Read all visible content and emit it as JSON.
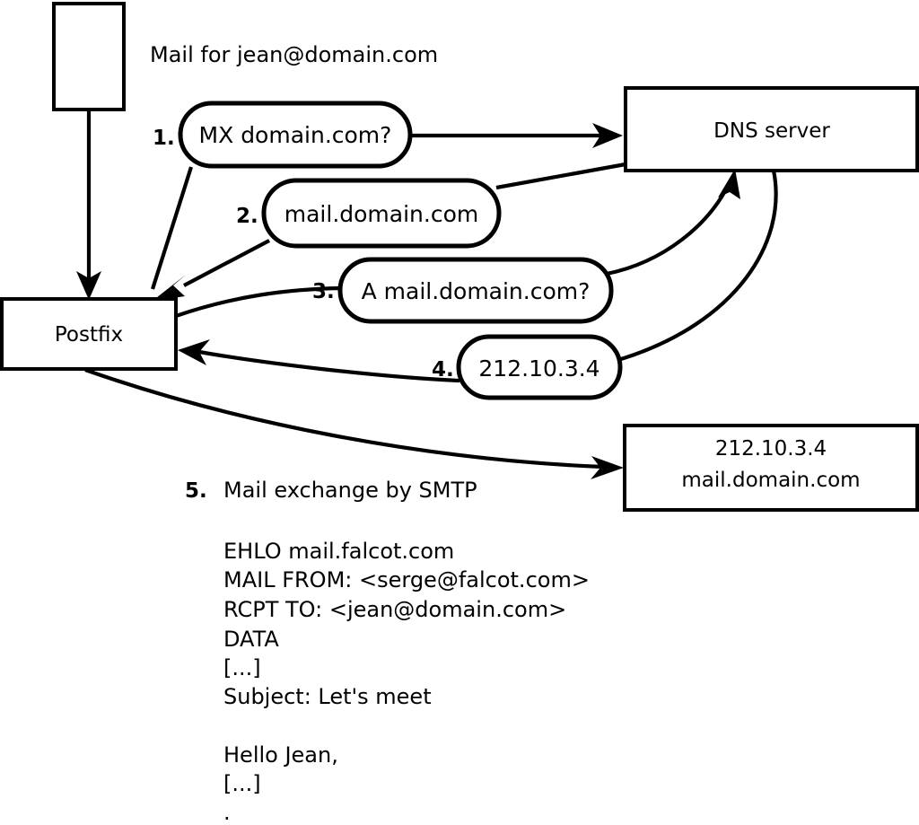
{
  "diagram": {
    "title_text": "Mail for jean@domain.com",
    "nodes": {
      "sender_box": {
        "label": ""
      },
      "postfix_box": {
        "label": "Postfix"
      },
      "dns_box": {
        "label": "DNS server"
      },
      "target_box": {
        "line1": "212.10.3.4",
        "line2": "mail.domain.com"
      }
    },
    "steps": [
      {
        "num": "1.",
        "label": "MX domain.com?"
      },
      {
        "num": "2.",
        "label": "mail.domain.com"
      },
      {
        "num": "3.",
        "label": "A mail.domain.com?"
      },
      {
        "num": "4.",
        "label": "212.10.3.4"
      }
    ],
    "step5": {
      "num": "5.",
      "label": "Mail exchange by SMTP"
    },
    "smtp_transcript": [
      "EHLO mail.falcot.com",
      "MAIL FROM: <serge@falcot.com>",
      "RCPT TO: <jean@domain.com>",
      "DATA",
      "[...]",
      "Subject: Let's meet",
      "",
      "Hello Jean,",
      "[...]",
      "."
    ],
    "colors": {
      "stroke": "#000000",
      "fill": "#ffffff"
    }
  }
}
